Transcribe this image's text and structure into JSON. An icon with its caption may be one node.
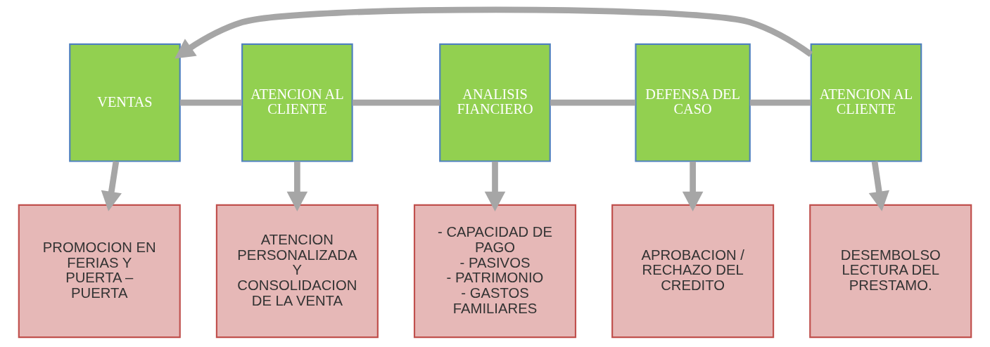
{
  "diagram": {
    "nodes": [
      {
        "text": [
          "VENTAS"
        ]
      },
      {
        "text": [
          "ATENCION AL CLIENTE"
        ]
      },
      {
        "text": [
          "ANALISIS FIANCIERO"
        ]
      },
      {
        "text": [
          "DEFENSA DEL CASO"
        ]
      },
      {
        "text": [
          "ATENCION AL CLIENTE"
        ]
      },
      {
        "text": [
          "PROMOCION EN FERIAS Y PUERTA – PUERTA"
        ]
      },
      {
        "text": [
          "ATENCION PERSONALIZADA Y CONSOLIDACION DE LA VENTA"
        ]
      },
      {
        "text": [
          "- CAPACIDAD DE PAGO",
          "- PASIVOS",
          "- PATRIMONIO",
          "- GASTOS FAMILIARES"
        ]
      },
      {
        "text": [
          "APROBACION / RECHAZO DEL CREDITO"
        ]
      },
      {
        "text": [
          "DESEMBOLSO LECTURA DEL PRESTAMO."
        ]
      }
    ],
    "edges": [
      {
        "from": 0,
        "to": 1,
        "arrow": "none"
      },
      {
        "from": 1,
        "to": 2,
        "arrow": "none"
      },
      {
        "from": 2,
        "to": 3,
        "arrow": "none"
      },
      {
        "from": 3,
        "to": 4,
        "arrow": "none"
      },
      {
        "from": 4,
        "to": 0,
        "arrow": "to"
      },
      {
        "from": 0,
        "to": 5,
        "arrow": "to"
      },
      {
        "from": 1,
        "to": 6,
        "arrow": "to"
      },
      {
        "from": 2,
        "to": 7,
        "arrow": "to"
      },
      {
        "from": 3,
        "to": 8,
        "arrow": "to"
      },
      {
        "from": 4,
        "to": 9,
        "arrow": "to"
      }
    ]
  }
}
